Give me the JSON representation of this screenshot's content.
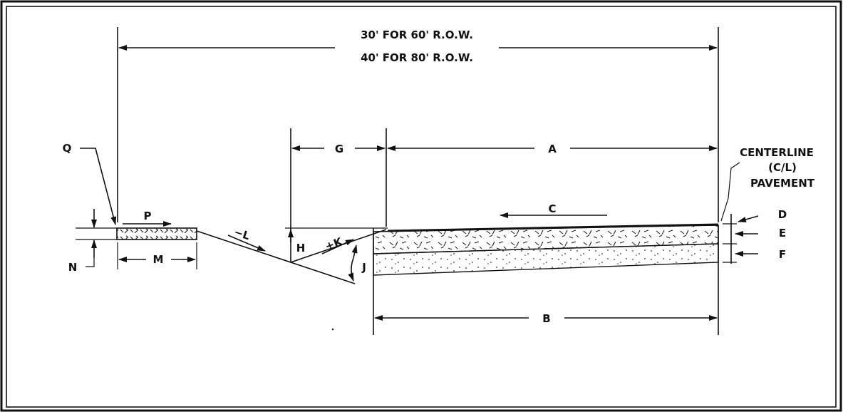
{
  "diagram": {
    "row_note_line1": "30' FOR 60' R.O.W.",
    "row_note_line2": "40' FOR 80' R.O.W.",
    "labels": {
      "A": "A",
      "B": "B",
      "C": "C",
      "D": "D",
      "E": "E",
      "F": "F",
      "G": "G",
      "H": "H",
      "J": "J",
      "K": "+K",
      "L": "−L",
      "M": "M",
      "N": "N",
      "P": "P",
      "Q": "Q"
    },
    "centerline_line1": "CENTERLINE",
    "centerline_line2": "(C/L)",
    "centerline_line3": "PAVEMENT"
  }
}
